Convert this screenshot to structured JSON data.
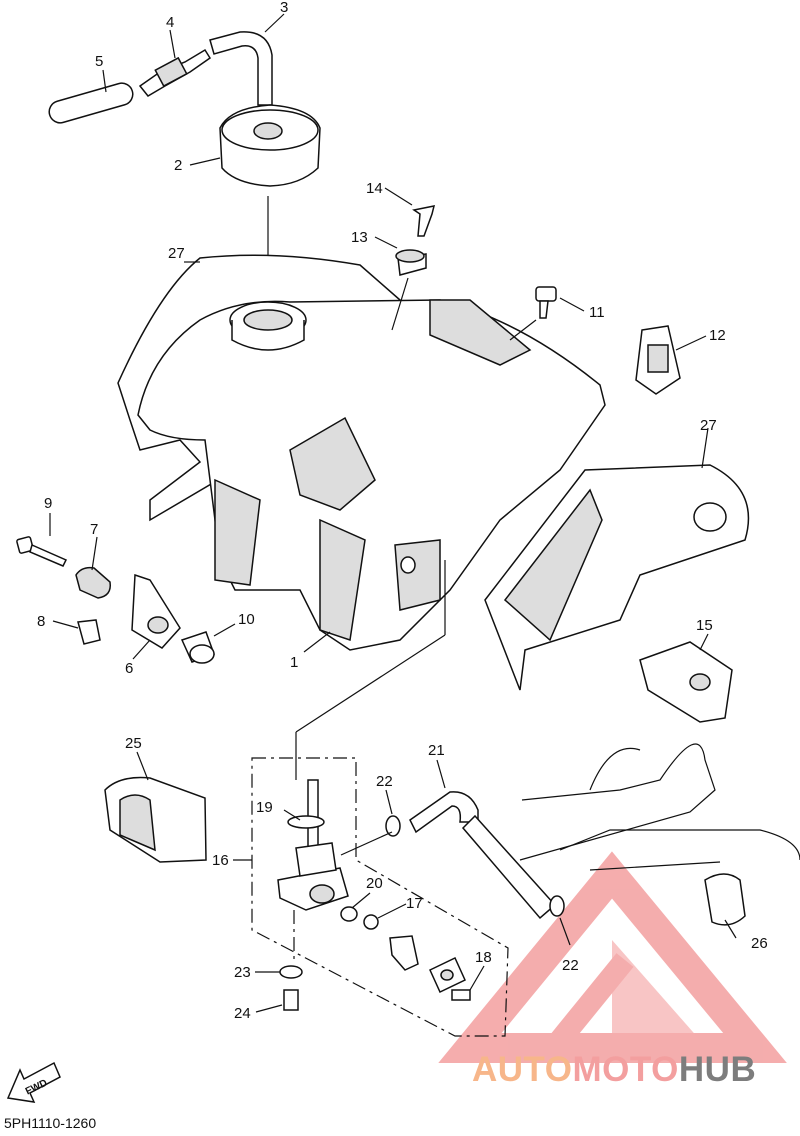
{
  "callouts": {
    "c1": "1",
    "c2": "2",
    "c3": "3",
    "c4": "4",
    "c5": "5",
    "c6": "6",
    "c7": "7",
    "c8": "8",
    "c9": "9",
    "c10": "10",
    "c11": "11",
    "c12": "12",
    "c13": "13",
    "c14": "14",
    "c15": "15",
    "c16": "16",
    "c17": "17",
    "c18": "18",
    "c19": "19",
    "c20": "20",
    "c21": "21",
    "c22a": "22",
    "c22b": "22",
    "c23": "23",
    "c24": "24",
    "c25": "25",
    "c26": "26",
    "c27a": "27",
    "c27b": "27"
  },
  "fwd_label": "FWD",
  "diagram_code": "5PH1110-1260",
  "watermark": {
    "part1": "AUTO",
    "part2": "MOTO",
    "part3": "HUB"
  },
  "colors": {
    "watermark_red": "#f39f9f",
    "watermark_orange": "#f7b68a",
    "watermark_gray": "#7d7d7d"
  }
}
